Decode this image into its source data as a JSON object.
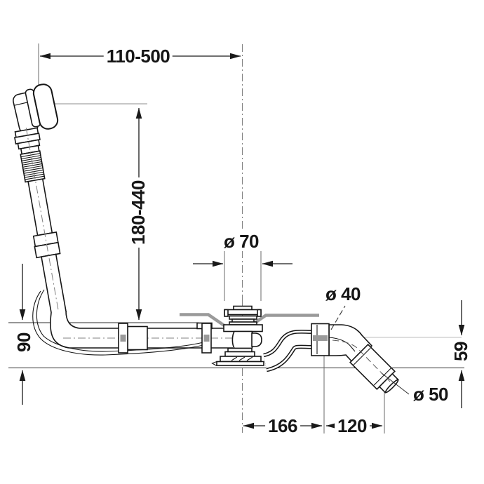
{
  "drawing": {
    "type": "technical-installation-diagram",
    "labels": {
      "top_width": "110-500",
      "overflow_height": "180-440",
      "plug_diameter": "ø 70",
      "outlet_diameter": "ø 40",
      "outlet_end_diameter": "ø 50",
      "clearance_height": "90",
      "outlet_drop": "59",
      "center_to_bend": "166",
      "bend_to_end": "120"
    },
    "colors": {
      "line": "#161616",
      "dimension": "#1a1a1a",
      "tub_section": "#9a9a9a",
      "reference_line": "#c9c9c9",
      "background": "#ffffff"
    }
  }
}
